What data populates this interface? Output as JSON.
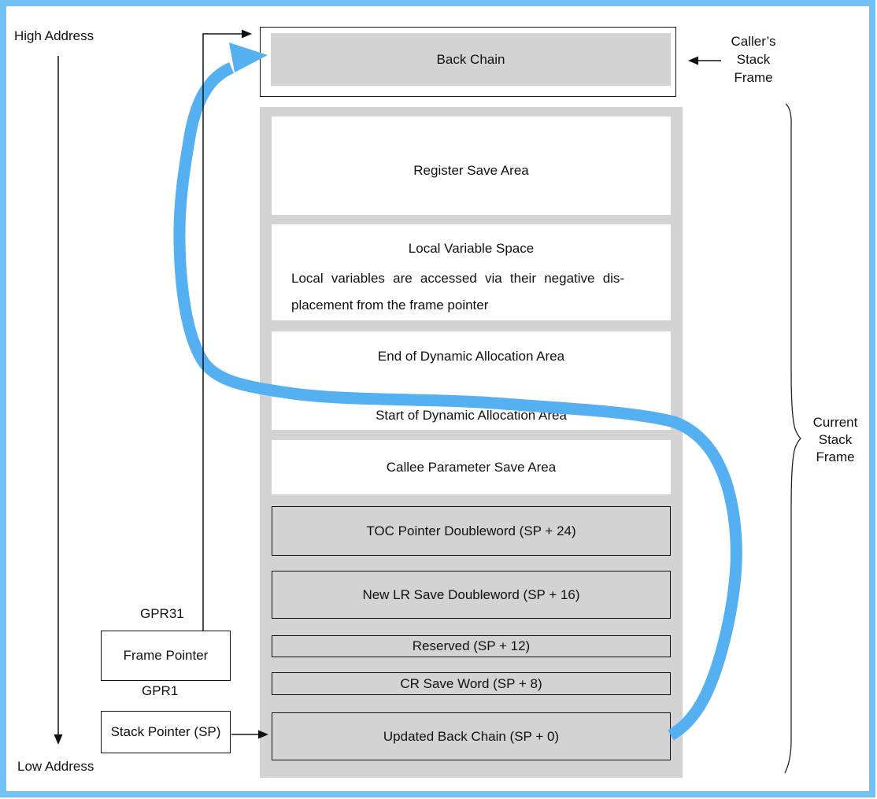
{
  "side_labels": {
    "high_address": "High Address",
    "low_address": "Low Address",
    "gpr31": "GPR31",
    "gpr1": "GPR1"
  },
  "pointer_boxes": {
    "frame_pointer": "Frame Pointer",
    "stack_pointer": "Stack Pointer (SP)"
  },
  "caller_frame_label": [
    "Caller’s",
    "Stack",
    "Frame"
  ],
  "current_frame_label": [
    "Current",
    "Stack",
    "Frame"
  ],
  "back_chain": "Back Chain",
  "stack_slots": {
    "register_save_area": "Register Save Area",
    "local_variable_space_title": "Local Variable Space",
    "local_variable_space_line1": "Local variables are accessed via their negative dis-",
    "local_variable_space_line2": "placement from the frame pointer",
    "end_dynamic": "End of Dynamic Allocation Area",
    "start_dynamic": "Start of Dynamic Allocation Area",
    "callee_param": "Callee Parameter Save Area",
    "toc_pointer": "TOC Pointer Doubleword (SP + 24)",
    "new_lr": "New LR Save Doubleword (SP + 16)",
    "reserved": "Reserved (SP + 12)",
    "cr_save": "CR Save Word (SP + 8)",
    "updated_back_chain": "Updated Back Chain (SP + 0)"
  },
  "colors": {
    "accent_blue": "#55b0f2",
    "frame_border_blue": "#72c1f5",
    "slot_gray": "#d3d3d3"
  }
}
